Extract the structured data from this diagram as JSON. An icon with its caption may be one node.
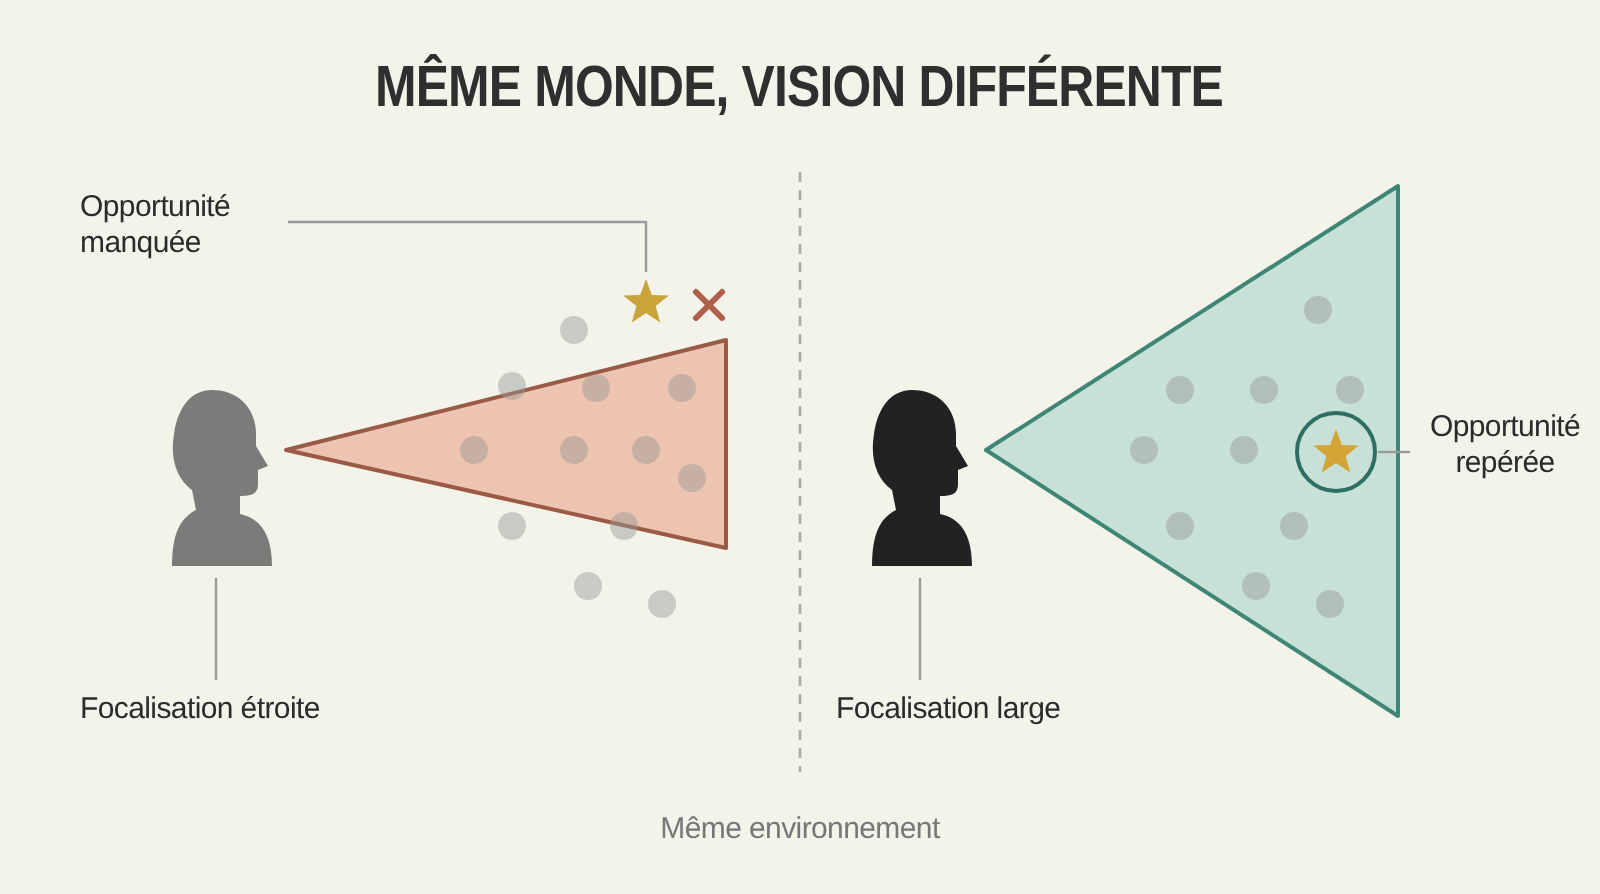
{
  "diagram": {
    "title": "MÊME MONDE, VISION DIFFÉRENTE",
    "nodes": [
      {
        "text": [
          "Opportunité manquée"
        ]
      },
      {
        "text": [],
        "shape": "star"
      },
      {
        "text": [
          "Focalisation étroite"
        ]
      },
      {
        "text": [],
        "shape": "person"
      },
      {
        "text": [
          "Opportunité repérée"
        ]
      },
      {
        "text": [],
        "shape": "circle"
      },
      {
        "text": [
          "Focalisation large"
        ]
      },
      {
        "text": [],
        "shape": "person"
      }
    ],
    "edges": [
      {
        "from": 0,
        "to": 1,
        "arrow": "none"
      },
      {
        "from": 2,
        "to": 3,
        "arrow": "none"
      },
      {
        "from": 4,
        "to": 5,
        "arrow": "none"
      },
      {
        "from": 6,
        "to": 7,
        "arrow": "none"
      }
    ],
    "labels": [
      "Même environnement"
    ]
  }
}
